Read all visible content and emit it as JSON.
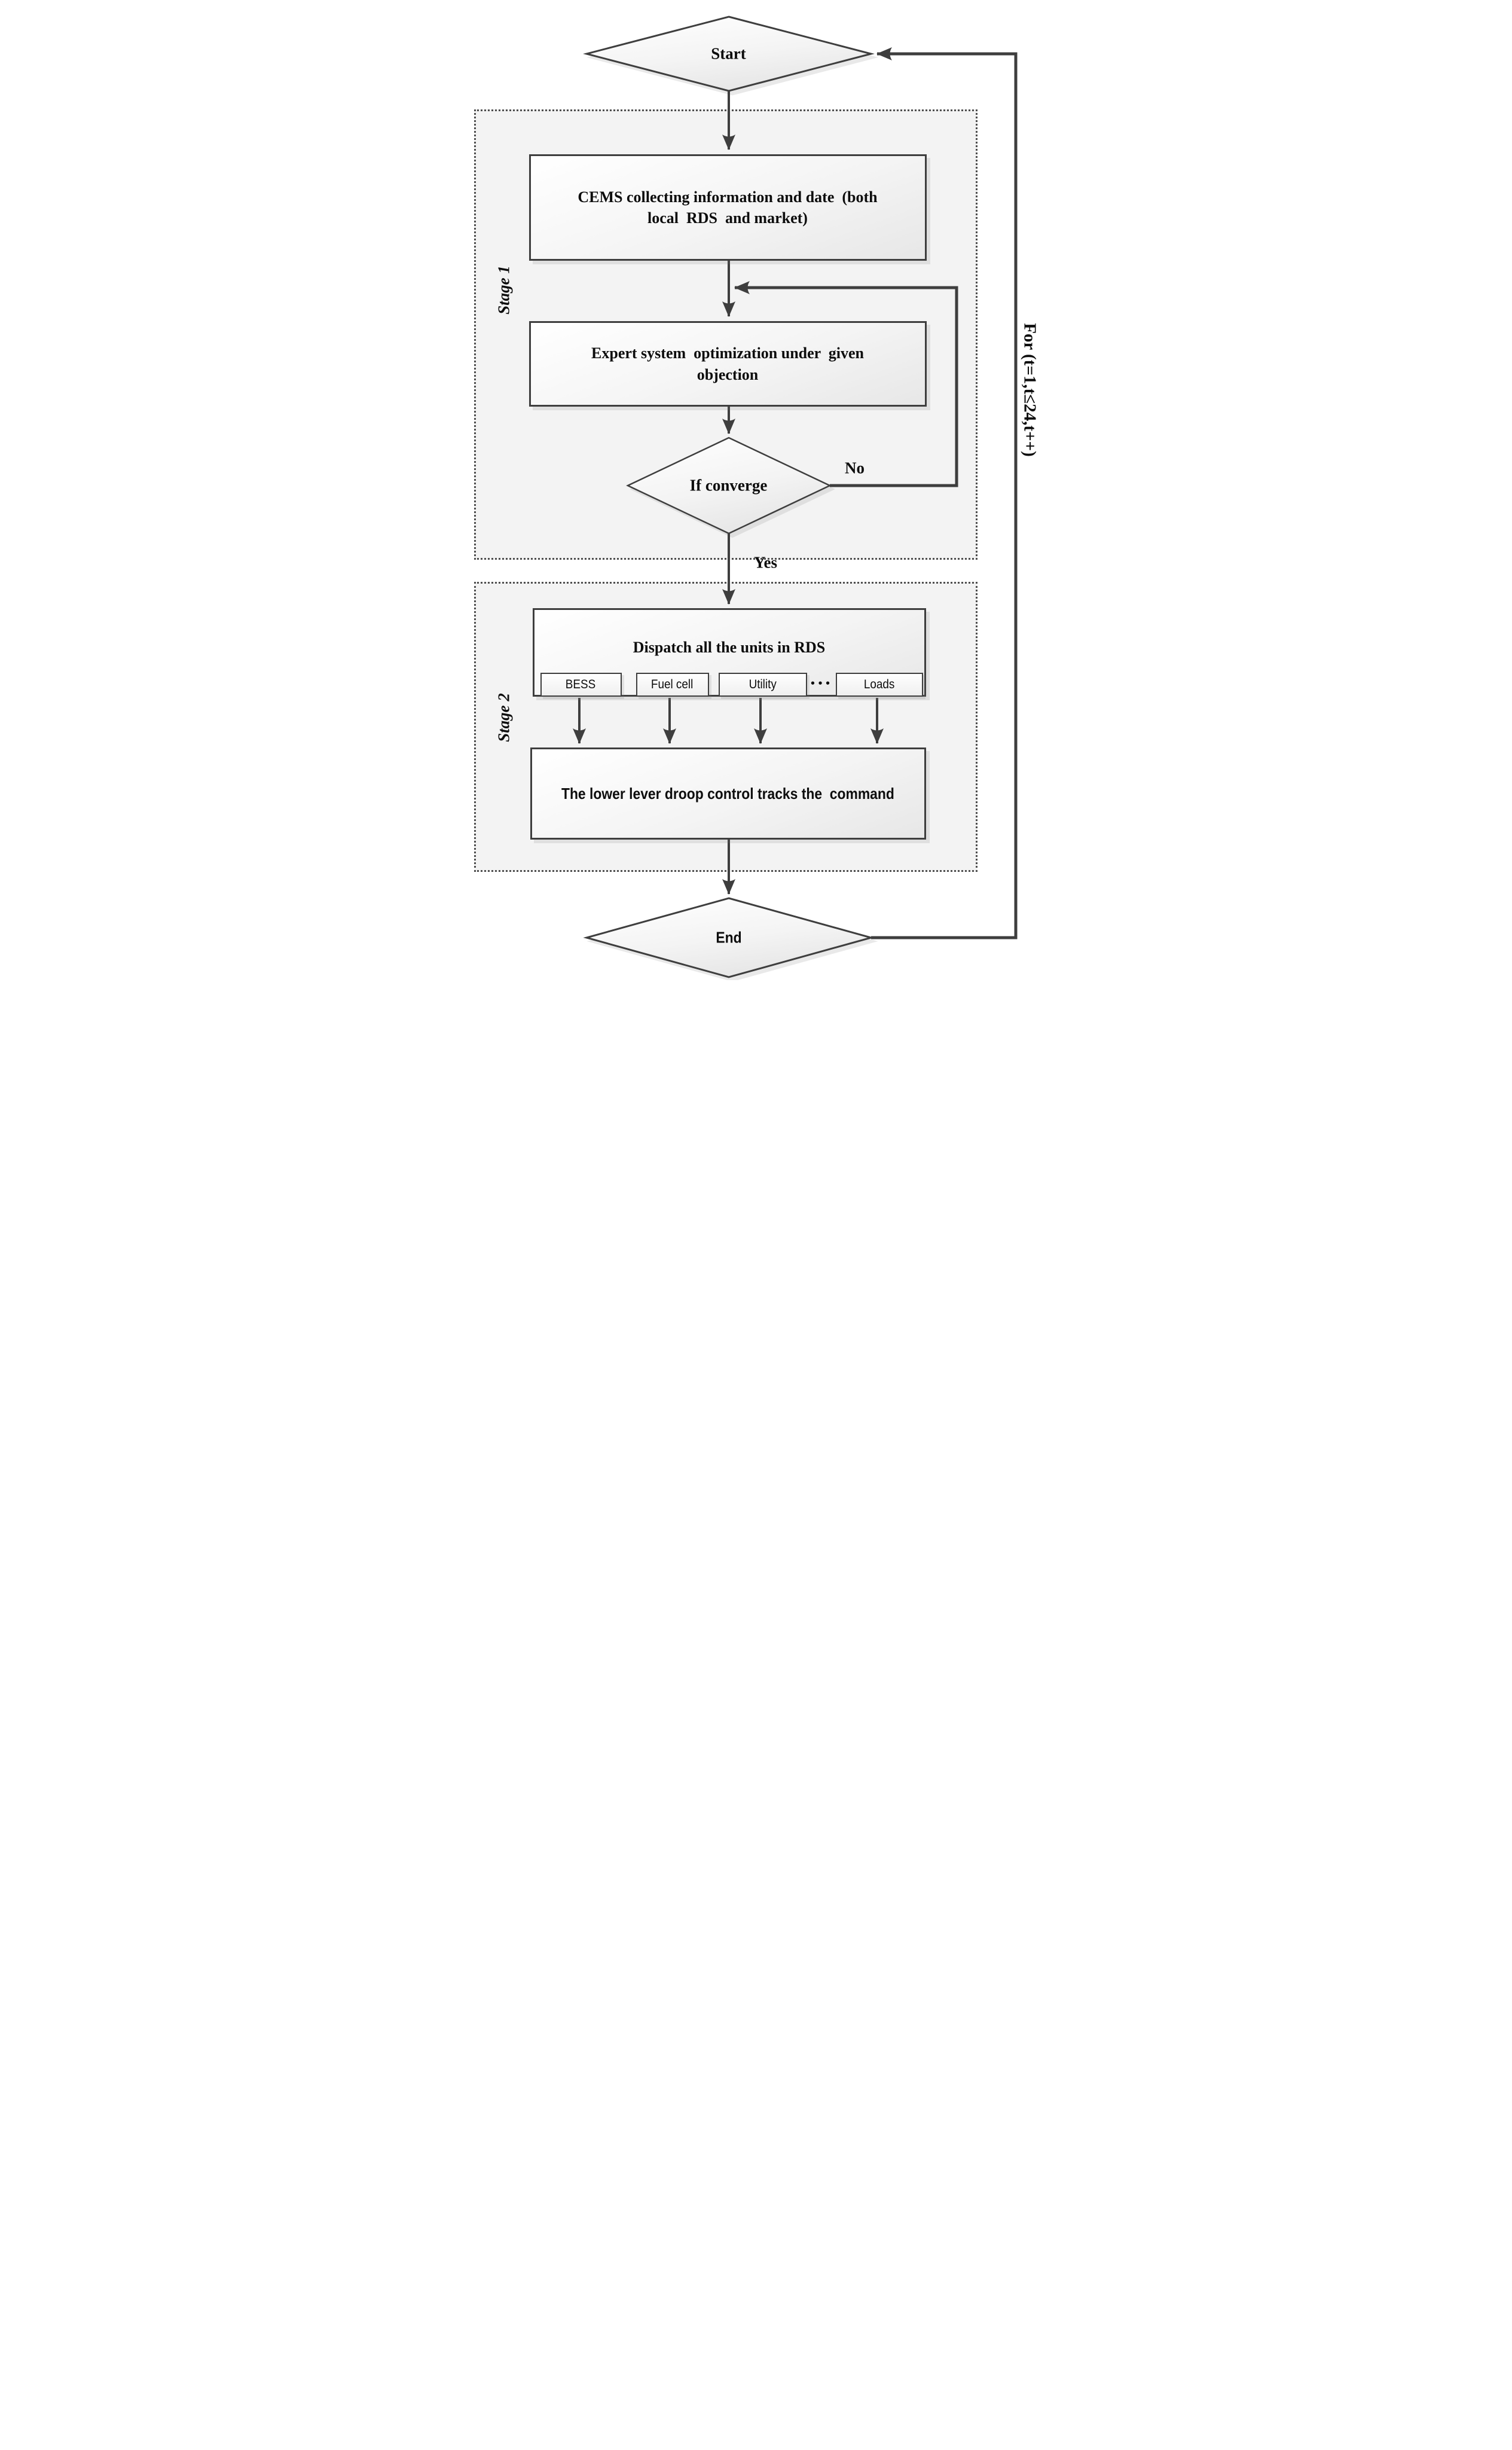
{
  "flow": {
    "start_label": "Start",
    "end_label": "End",
    "loop_label": "For (t=1,t≤24,t++)",
    "no_label": "No",
    "yes_label": "Yes",
    "stage1": {
      "label": "Stage 1",
      "cems_text": "CEMS collecting information and date  (both\nlocal  RDS  and market)",
      "expert_text": "Expert system  optimization under  given\nobjection",
      "decision_text": "If converge"
    },
    "stage2": {
      "label": "Stage 2",
      "dispatch_title": "Dispatch all the units in RDS",
      "units": [
        "BESS",
        "Fuel cell",
        "Utility",
        "Loads"
      ],
      "ellipsis": "•••",
      "droop_text": "The lower lever droop control tracks the  command"
    },
    "colors": {
      "line": "#3e3e3e",
      "stage_fill": "#f3f3f3",
      "shape_fill_top": "#ffffff",
      "shape_fill_bottom": "#e7e7e7",
      "text": "#0d0d0d"
    }
  }
}
